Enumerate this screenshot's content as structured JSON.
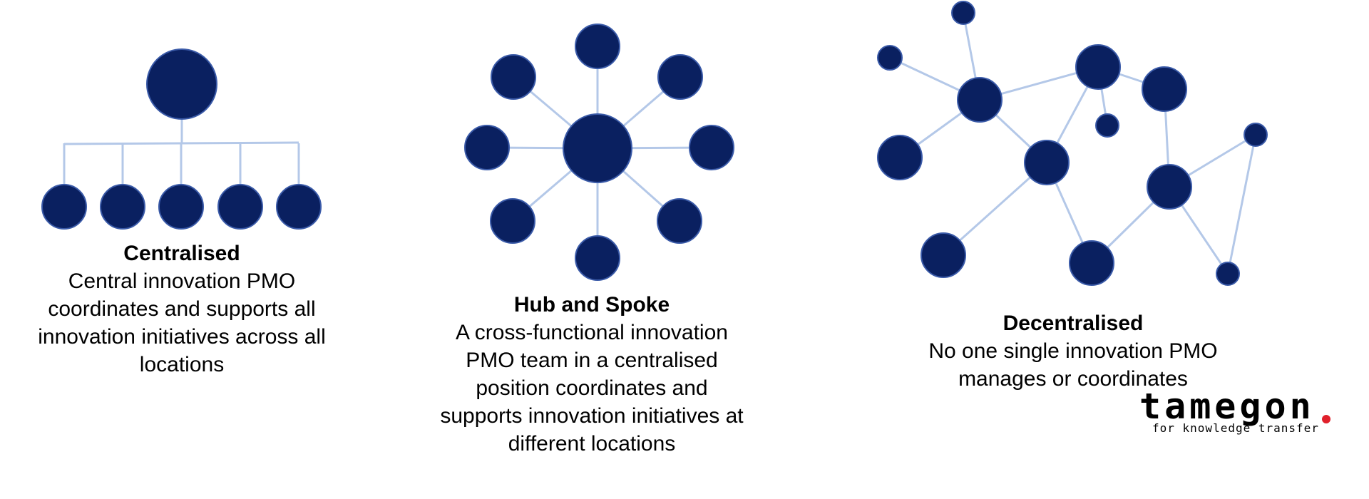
{
  "colors": {
    "node": "#0a2060",
    "node_stroke": "#3a5aa8",
    "edge": "#b4c8e8",
    "accent_dot": "#e0202b"
  },
  "panels": [
    {
      "title": "Centralised",
      "lines": [
        "Central innovation PMO",
        "coordinates  and supports all",
        "innovation initiatives across all",
        "locations"
      ]
    },
    {
      "title": "Hub and Spoke",
      "lines": [
        "A cross-functional innovation",
        "PMO team in a centralised",
        "position coordinates and",
        "supports innovation initiatives at",
        "different locations"
      ]
    },
    {
      "title": "Decentralised",
      "lines": [
        "No one single innovation PMO",
        "manages or coordinates"
      ]
    }
  ],
  "logo": {
    "word": "tamegon",
    "tagline": "for knowledge transfer"
  }
}
